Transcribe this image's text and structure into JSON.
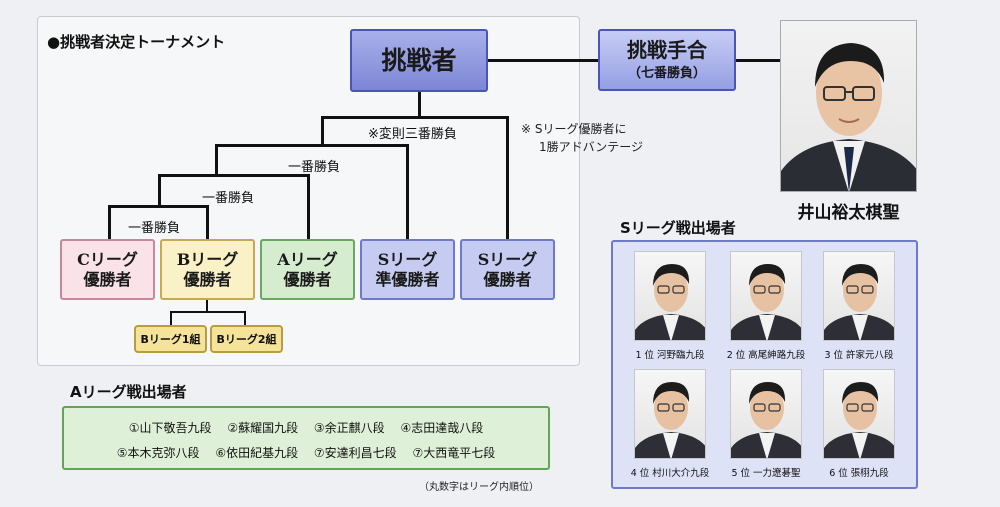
{
  "tournament": {
    "title": "●挑戦者決定トーナメント",
    "challenger": "挑戦者",
    "match_title": "挑戦手合",
    "match_sub": "（七番勝負）",
    "final_label": "※変則三番勝負",
    "round_labels": [
      "一番勝負",
      "一番勝負",
      "一番勝負"
    ],
    "note_lines": [
      "※ Sリーグ優勝者に",
      "1勝アドバンテージ"
    ],
    "leagues": [
      {
        "line1": "Cリーグ",
        "line2": "優勝者",
        "fill": "#f9e2e8",
        "border": "#c9879a"
      },
      {
        "line1": "Bリーグ",
        "line2": "優勝者",
        "fill": "#faf2c6",
        "border": "#c4aa50"
      },
      {
        "line1": "Aリーグ",
        "line2": "優勝者",
        "fill": "#d6eccf",
        "border": "#6aa862"
      },
      {
        "line1": "Sリーグ",
        "line2": "準優勝者",
        "fill": "#c6ccf1",
        "border": "#6f79c9"
      },
      {
        "line1": "Sリーグ",
        "line2": "優勝者",
        "fill": "#c6ccf1",
        "border": "#6f79c9"
      }
    ],
    "groups": [
      "Bリーグ1組",
      "Bリーグ2組"
    ]
  },
  "title_holder": {
    "caption": "井山裕太棋聖"
  },
  "s_league": {
    "title": "Sリーグ戦出場者",
    "players": [
      "1 位 河野臨九段",
      "2 位 高尾紳路九段",
      "3 位 許家元八段",
      "4 位 村川大介九段",
      "5 位 一力遼碁聖",
      "6 位 張栩九段"
    ]
  },
  "a_league": {
    "title": "Aリーグ戦出場者",
    "row1": [
      "①山下敬吾九段",
      "②蘇耀国九段",
      "③余正麒八段",
      "④志田達哉八段"
    ],
    "row2": [
      "⑤本木克弥八段",
      "⑥依田紀基九段",
      "⑦安達利昌七段",
      "⑦大西竜平七段"
    ],
    "note": "（丸数字はリーグ内順位）"
  }
}
